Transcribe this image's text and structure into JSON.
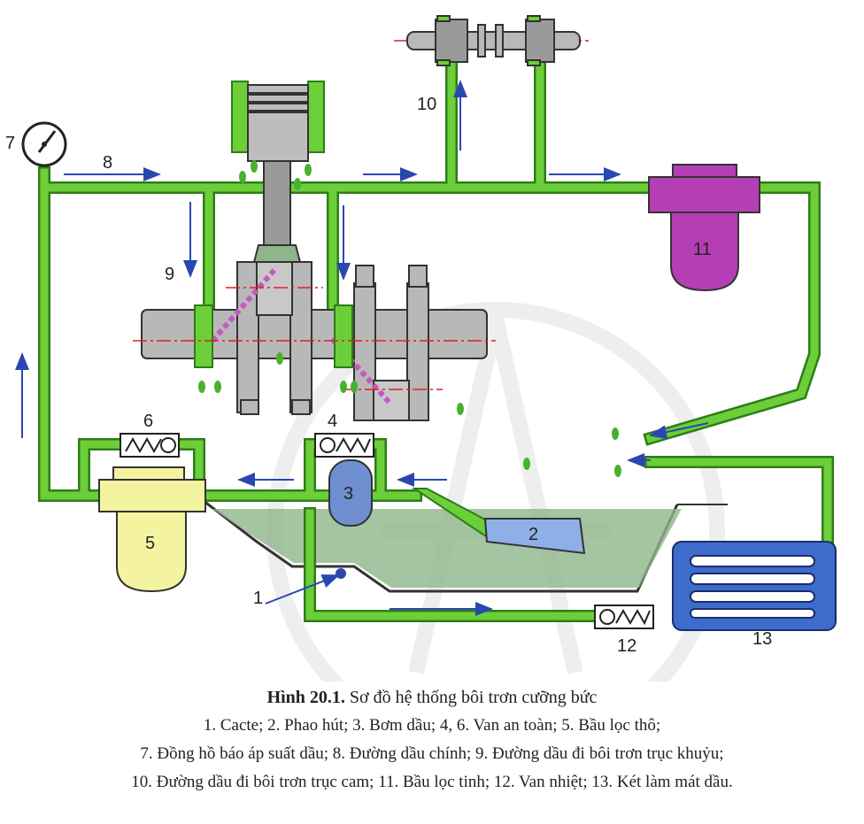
{
  "labels": {
    "l1": "1",
    "l2": "2",
    "l3": "3",
    "l4": "4",
    "l5": "5",
    "l6": "6",
    "l7": "7",
    "l8": "8",
    "l9": "9",
    "l10": "10",
    "l11": "11",
    "l12": "12",
    "l13": "13"
  },
  "caption": {
    "figure_no": "Hình 20.1.",
    "title": "Sơ đồ hệ thống bôi trơn cưỡng bức",
    "legend_line_1": "1. Cacte; 2. Phao hút; 3. Bơm dầu; 4, 6. Van an toàn; 5. Bầu lọc thô;",
    "legend_line_2": "7. Đồng hồ báo áp suất dầu; 8. Đường dầu chính; 9. Đường dầu đi bôi trơn trục khuỷu;",
    "legend_line_3": "10. Đường dầu đi bôi trơn trục cam; 11. Bầu lọc tinh; 12. Van nhiệt; 13. Két làm mát dầu."
  },
  "colors": {
    "pipe": "#6ccf3a",
    "pipe_edge": "#2e7d16",
    "oil": "#8fb58a",
    "steel": "#b8b8b8",
    "fine_filter": "#b43fb4",
    "coarse_filter": "#f4f3a0",
    "pump": "#6f8fd0",
    "cooler": "#3d6ccc",
    "arrow": "#2a47b0",
    "axis": "#e02020"
  }
}
